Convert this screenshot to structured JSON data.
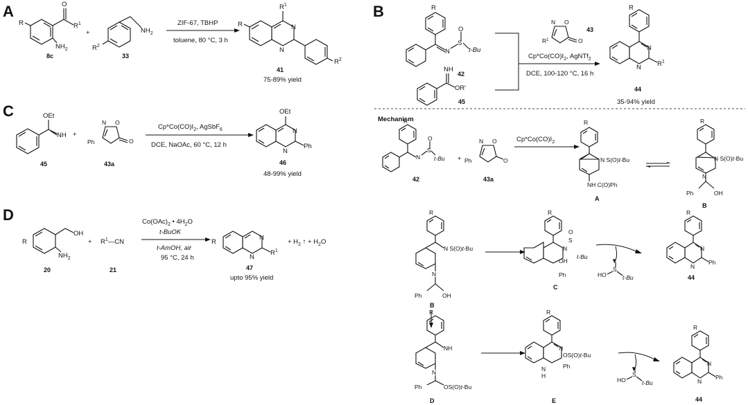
{
  "panels": {
    "A": "A",
    "B": "B",
    "C": "C",
    "D": "D"
  },
  "A": {
    "reagent1_num": "8c",
    "reagent2_num": "33",
    "product_num": "41",
    "cond_top": "ZIF-67, TBHP",
    "cond_bottom": "toluene, 80 °C, 3 h",
    "yield": "75-89% yield",
    "atoms": {
      "R": "R",
      "R1": "R",
      "R1sup": "1",
      "NH2": "NH",
      "NH2sub": "2",
      "R2": "R",
      "R2sup": "2",
      "O": "O",
      "N1": "N",
      "N2": "N"
    }
  },
  "B": {
    "sm1_num": "42",
    "sm2_num": "45",
    "reagent_num": "43",
    "product_num": "44",
    "cond_line1": "Cp*Co(CO)I",
    "cond_line1_sub": "2",
    "cond_line1_tail": ", AgNTf",
    "cond_line1_sub2": "2",
    "cond_line2": "DCE, 100-120 °C, 16 h",
    "yield": "35-94% yield",
    "atoms": {
      "R": "R",
      "N": "N",
      "S": "S",
      "O": "O",
      "tBu": "t-Bu",
      "NH": "NH",
      "OR": "OR'"
    }
  },
  "C": {
    "sm_num": "45",
    "reagent_num": "43a",
    "product_num": "46",
    "cond_line1": "Cp*Co(CO)I",
    "cond_line1_sub": "2",
    "cond_line1_tail": ",  AgSbF",
    "cond_line1_sub2": "6",
    "cond_line2": "DCE, NaOAc, 60 °C, 12 h",
    "yield": "48-99% yield",
    "atoms": {
      "OEt": "OEt",
      "NH": "NH",
      "Ph": "Ph"
    }
  },
  "D": {
    "sm1_num": "20",
    "sm2_num": "21",
    "product_num": "47",
    "cond_line1": "Co(OAc)",
    "cond_line1_sub": "2",
    "cond_line1_tail": " • 4H",
    "cond_line1_sub2": "2",
    "cond_line1_tail2": "O",
    "cond_line2": "t-BuOK",
    "cond_line3": "t-AmOH, air",
    "cond_line4": "95 °C, 24 h",
    "byproducts": "+ H",
    "yield": "upto 95% yield",
    "atoms": {
      "R": "R",
      "OH": "OH",
      "NH2": "NH",
      "CN": "CN",
      "R1": "R"
    }
  },
  "mechanism": {
    "title": "Mechanism",
    "cond": "Cp*Co(CO)I",
    "cond_sub": "2",
    "labels": {
      "sm1": "42",
      "sm2": "43a",
      "A": "A",
      "B1": "B",
      "B2": "B",
      "C": "C",
      "P1": "44",
      "D": "D",
      "E": "E",
      "P2": "44"
    },
    "groups": {
      "SOtBu": "S(O)t-Bu",
      "NHCOPh": "NH C(O)Ph",
      "PhOH": "Ph",
      "OH": "OH",
      "tBu": "t-Bu",
      "HO": "HO",
      "OSOtBu": "OS(O)t-Bu",
      "NH": "NH",
      "Ph": "Ph",
      "H": "H"
    }
  }
}
